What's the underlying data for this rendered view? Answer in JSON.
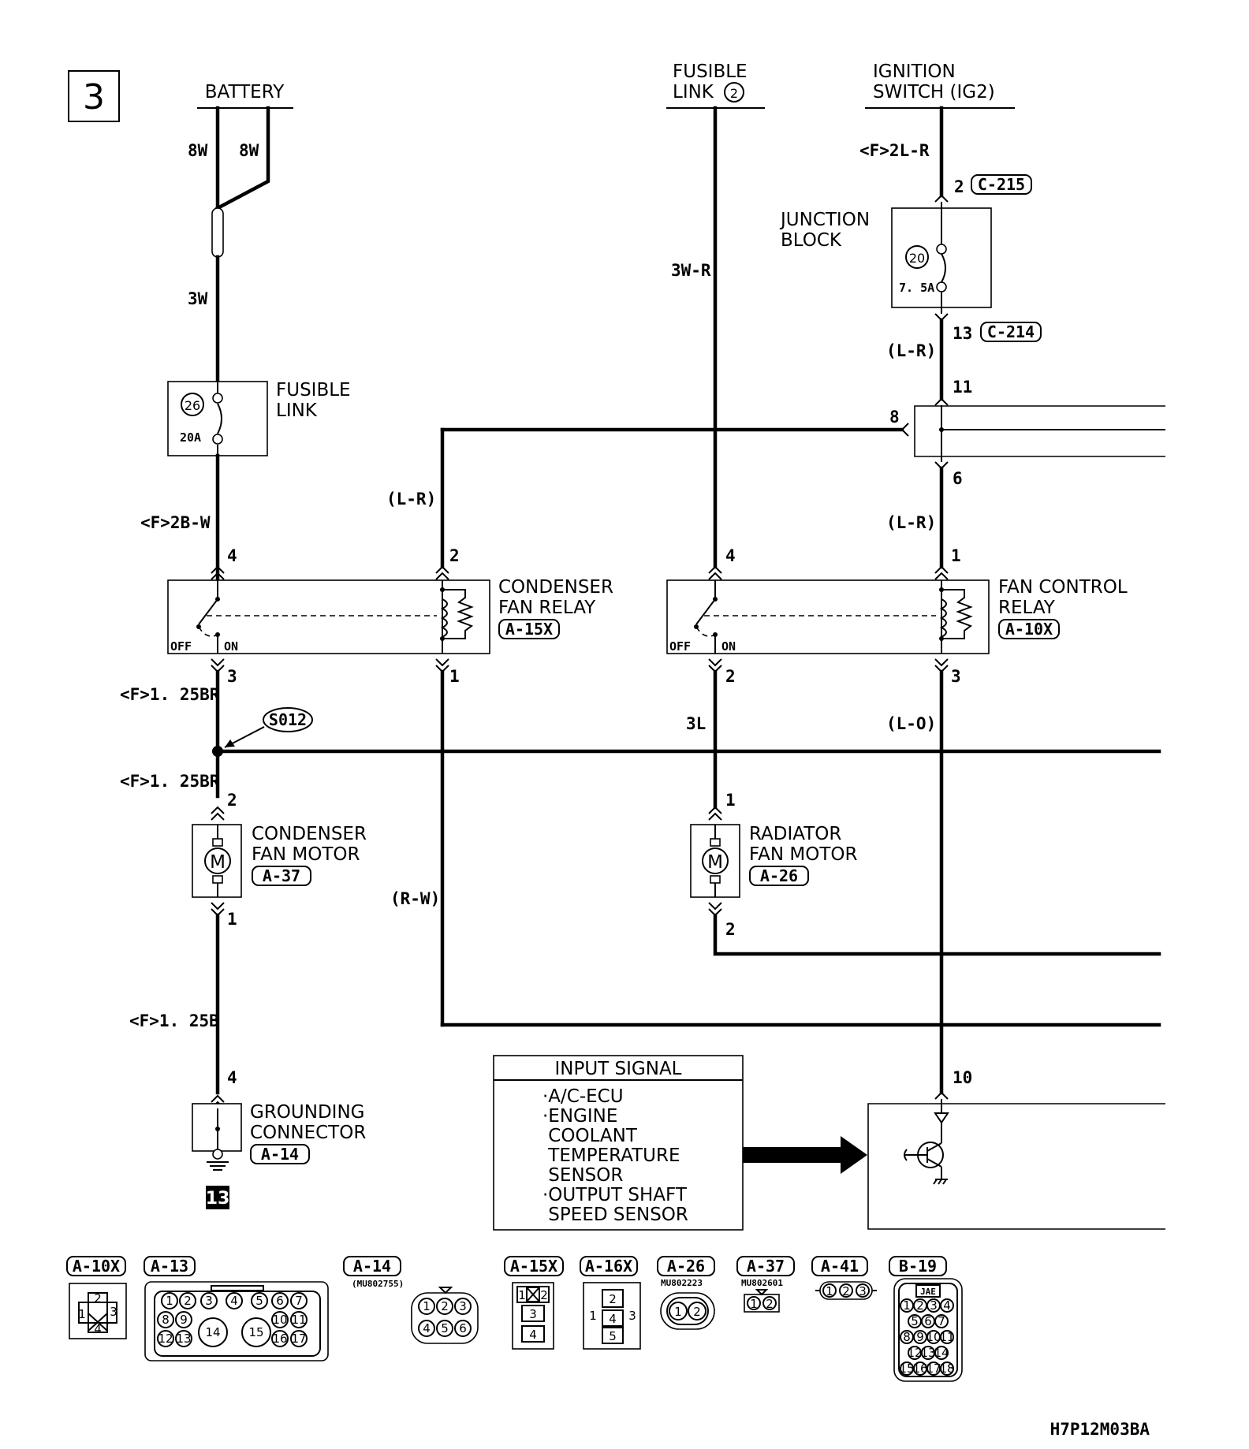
{
  "page": {
    "number": "3",
    "drawing_code": "H7P12M03BA"
  },
  "sources": {
    "battery": "BATTERY",
    "fusible_link_line1": "FUSIBLE",
    "fusible_link_line2": "LINK",
    "fusible_link_num": "2",
    "ignition_line1": "IGNITION",
    "ignition_line2": "SWITCH (IG2)"
  },
  "wires": {
    "w8w_a": "8W",
    "w8w_b": "8W",
    "w3w": "3W",
    "f2bw": "<F>2B-W",
    "f125br_a": "<F>1. 25BR",
    "f125br_b": "<F>1. 25BR",
    "f125b": "<F>1. 25B",
    "lr_a": "(L-R)",
    "rw": "(R-W)",
    "w3wr": "3W-R",
    "w3l": "3L",
    "f2lr": "<F>2L-R",
    "lr_b": "(L-R)",
    "lr_c": "(L-R)",
    "lo": "(L-O)"
  },
  "junction_block": {
    "line1": "JUNCTION",
    "line2": "BLOCK",
    "fuse_no": "20",
    "rating": "7. 5A",
    "conn_in": "C-215",
    "pin_in": "2",
    "conn_out": "C-214",
    "pin_out": "13"
  },
  "fusible_link_26": {
    "line1": "FUSIBLE",
    "line2": "LINK",
    "no": "26",
    "rating": "20A"
  },
  "condenser_relay": {
    "line1": "CONDENSER",
    "line2": "FAN RELAY",
    "conn": "A-15X",
    "pin4": "4",
    "pin2": "2",
    "pin3": "3",
    "pin1": "1",
    "off": "OFF",
    "on": "ON"
  },
  "fan_control_relay": {
    "line1": "FAN CONTROL",
    "line2": "RELAY",
    "conn": "A-10X",
    "pin4": "4",
    "pin1": "1",
    "pin2": "2",
    "pin3": "3",
    "off": "OFF",
    "on": "ON"
  },
  "splice": {
    "label": "S012"
  },
  "condenser_motor": {
    "line1": "CONDENSER",
    "line2": "FAN MOTOR",
    "conn": "A-37",
    "pin2": "2",
    "pin1": "1",
    "m": "M"
  },
  "radiator_motor": {
    "line1": "RADIATOR",
    "line2": "FAN MOTOR",
    "conn": "A-26",
    "pin1": "1",
    "pin2": "2",
    "m": "M"
  },
  "grounding": {
    "line1": "GROUNDING",
    "line2": "CONNECTOR",
    "conn": "A-14",
    "pin4": "4",
    "ground_no": "13"
  },
  "ecu_pins": {
    "p11": "11",
    "p8": "8",
    "p6": "6",
    "p10": "10"
  },
  "input_signal": {
    "title": "INPUT SIGNAL",
    "lines": [
      "·A/C-ECU",
      "·ENGINE",
      " COOLANT",
      " TEMPERATURE",
      " SENSOR",
      "·OUTPUT SHAFT",
      " SPEED SENSOR"
    ]
  },
  "connector_views": {
    "a10x": {
      "label": "A-10X",
      "pins": [
        "2",
        "1",
        "3",
        "4"
      ]
    },
    "a13": {
      "label": "A-13",
      "pins": [
        "1",
        "2",
        "3",
        "4",
        "5",
        "6",
        "7",
        "8",
        "9",
        "14",
        "15",
        "10",
        "11",
        "12",
        "13",
        "16",
        "17"
      ]
    },
    "a14": {
      "label": "A-14",
      "part": "(MU802755)",
      "pins": [
        "1",
        "2",
        "3",
        "4",
        "5",
        "6"
      ]
    },
    "a15x": {
      "label": "A-15X",
      "pins": [
        "1",
        "2",
        "3",
        "4"
      ]
    },
    "a16x": {
      "label": "A-16X",
      "pins": [
        "2",
        "1",
        "4",
        "3",
        "5"
      ]
    },
    "a26": {
      "label": "A-26",
      "part": "MU802223",
      "pins": [
        "1",
        "2"
      ]
    },
    "a37": {
      "label": "A-37",
      "part": "MU802601",
      "pins": [
        "1",
        "2"
      ]
    },
    "a41": {
      "label": "A-41",
      "pins": [
        "1",
        "2",
        "3"
      ]
    },
    "b19": {
      "label": "B-19",
      "part": "JAE",
      "pins": [
        "1",
        "2",
        "3",
        "4",
        "5",
        "6",
        "7",
        "8",
        "9",
        "10",
        "11",
        "12",
        "13",
        "14",
        "15",
        "16",
        "17",
        "18"
      ]
    }
  }
}
